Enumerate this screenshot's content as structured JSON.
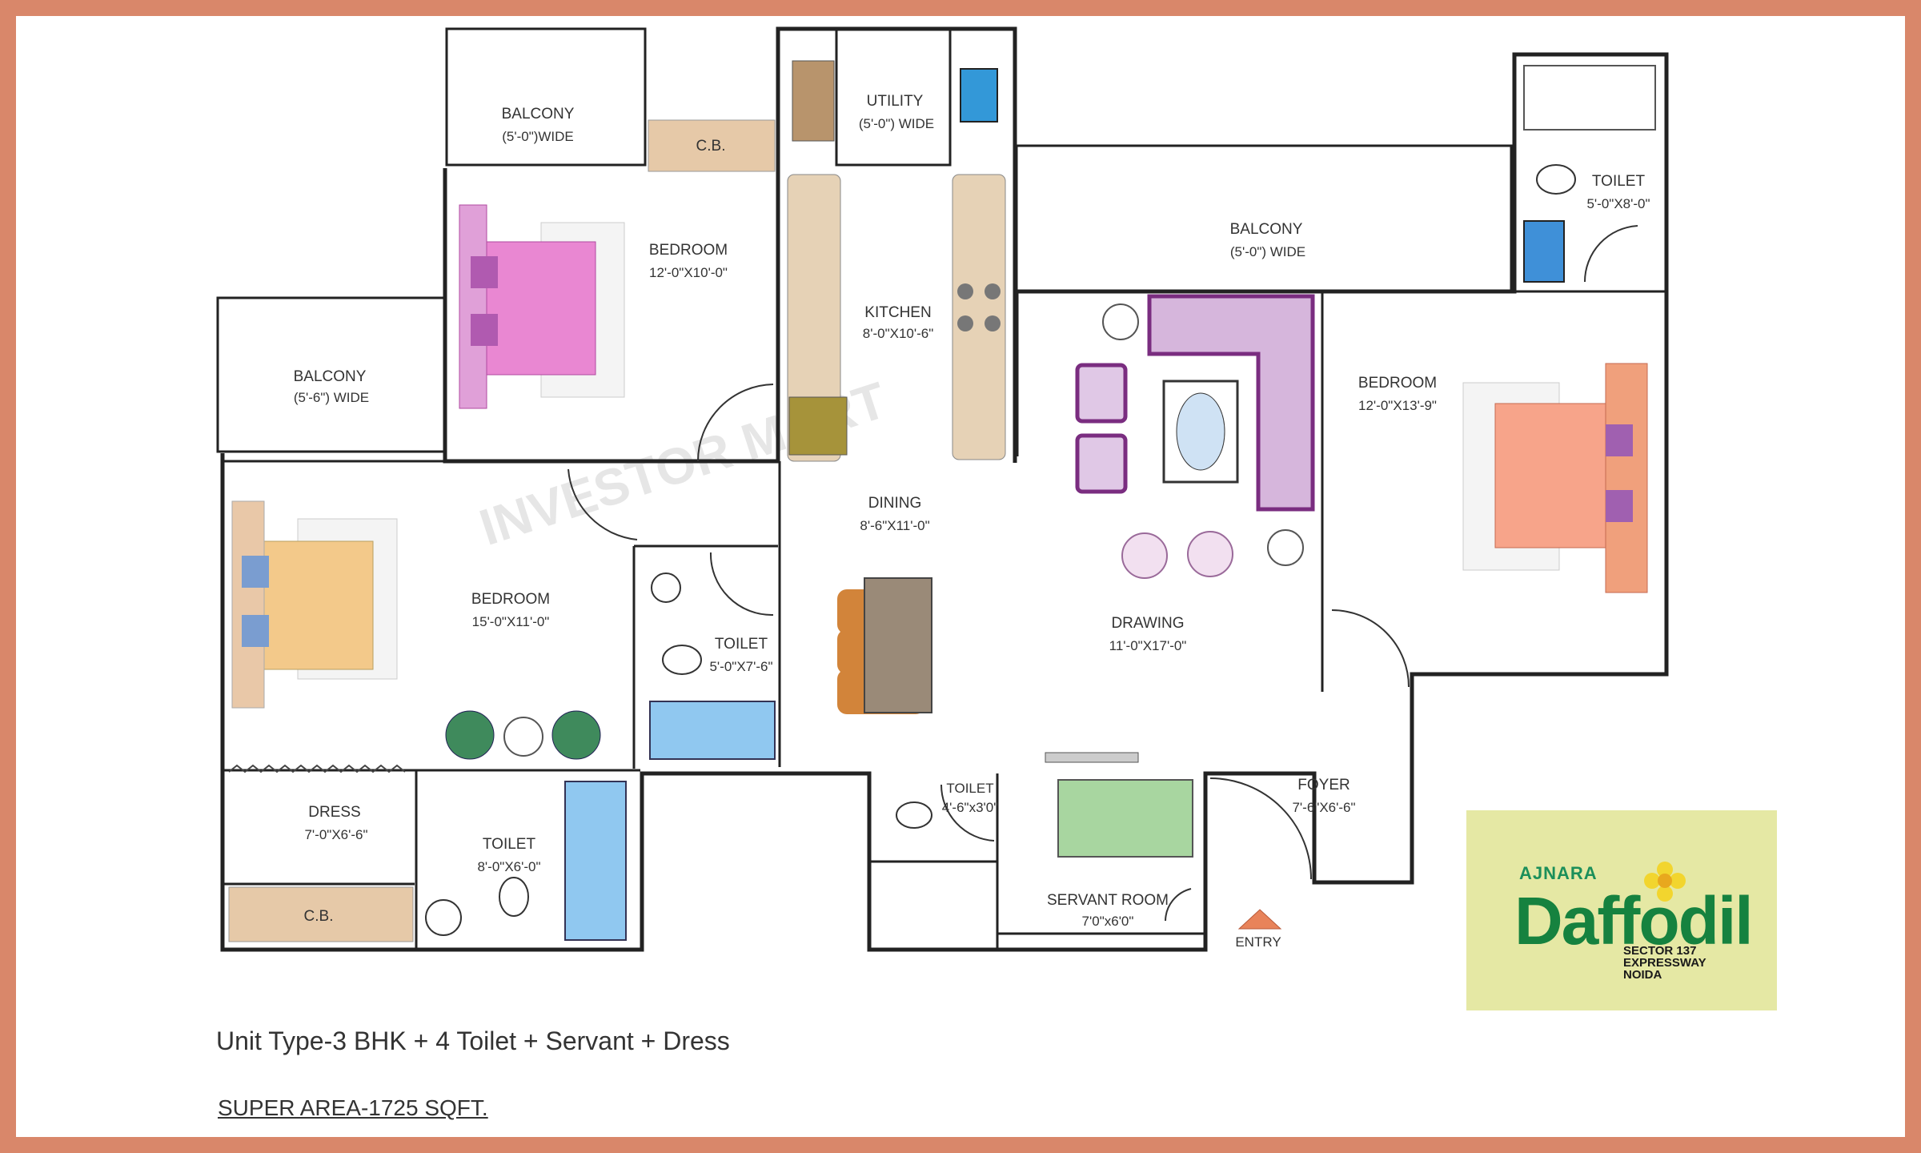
{
  "rooms": {
    "balcony_top_left": {
      "name": "BALCONY",
      "size": "(5'-0\")WIDE"
    },
    "cupboard_top": {
      "name": "C.B."
    },
    "utility": {
      "name": "UTILITY",
      "size": "(5'-0\") WIDE"
    },
    "bedroom_top": {
      "name": "BEDROOM",
      "size": "12'-0\"X10'-0\""
    },
    "kitchen": {
      "name": "KITCHEN",
      "size": "8'-0\"X10'-6\""
    },
    "balcony_left": {
      "name": "BALCONY",
      "size": "(5'-6\") WIDE"
    },
    "balcony_right": {
      "name": "BALCONY",
      "size": "(5'-0\") WIDE"
    },
    "toilet_top_right": {
      "name": "TOILET",
      "size": "5'-0\"X8'-0\""
    },
    "bedroom_right": {
      "name": "BEDROOM",
      "size": "12'-0\"X13'-9\""
    },
    "dining": {
      "name": "DINING",
      "size": "8'-6\"X11'-0\""
    },
    "bedroom_left": {
      "name": "BEDROOM",
      "size": "15'-0\"X11'-0\""
    },
    "toilet_center": {
      "name": "TOILET",
      "size": "5'-0\"X7'-6\""
    },
    "drawing": {
      "name": "DRAWING",
      "size": "11'-0\"X17'-0\""
    },
    "dress": {
      "name": "DRESS",
      "size": "7'-0\"X6'-6\""
    },
    "toilet_bottom": {
      "name": "TOILET",
      "size": "8'-0\"X6'-0\""
    },
    "cupboard_bottom": {
      "name": "C.B."
    },
    "toilet_servant": {
      "name": "TOILET",
      "size": "4'-6\"x3'0\""
    },
    "servant_room": {
      "name": "SERVANT ROOM",
      "size": "7'0\"x6'0\""
    },
    "foyer": {
      "name": "FOYER",
      "size": "7'-6\"X6'-6\""
    },
    "entry": {
      "name": "ENTRY"
    }
  },
  "unit_type": "Unit Type-3 BHK + 4 Toilet + Servant + Dress",
  "super_area": "SUPER AREA-1725 SQFT.",
  "logo": {
    "brand": "AJNARA",
    "name": "Daffodil",
    "location": "SECTOR 137\nEXPRESSWAY\nNOIDA"
  },
  "watermark": "INVESTOR MART",
  "colors": {
    "frame": "#d9876a",
    "logo_bg": "#e5e8a4",
    "logo_green": "#16823f"
  }
}
